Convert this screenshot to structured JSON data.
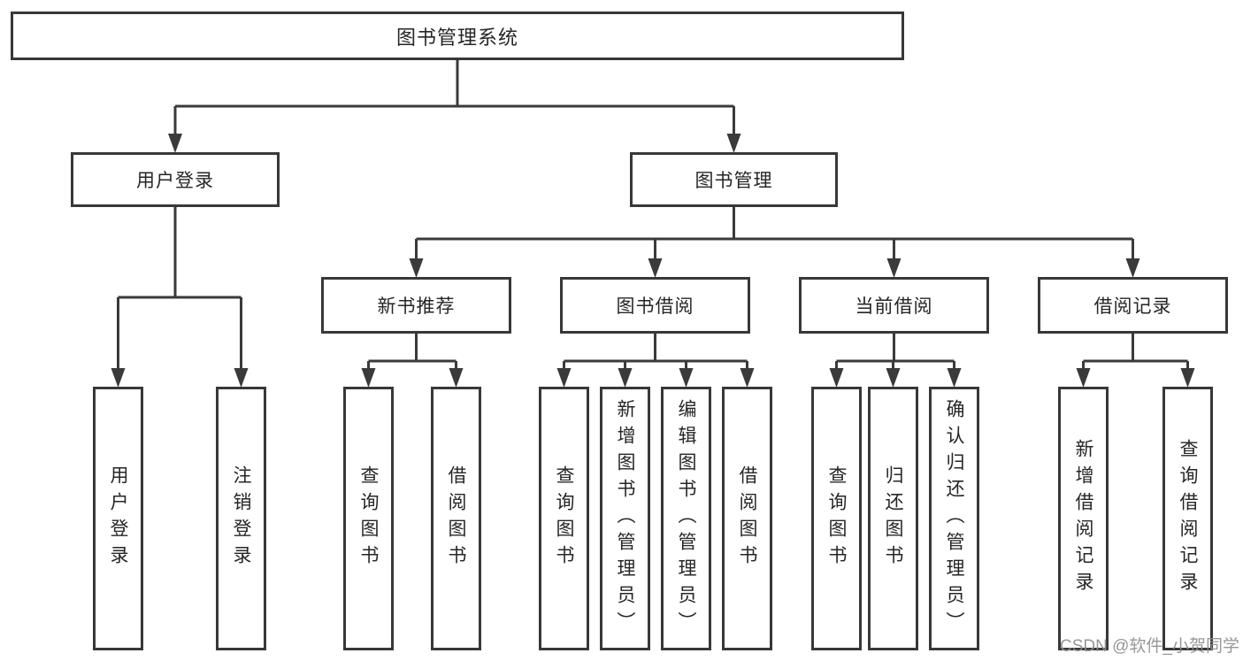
{
  "diagram": {
    "root": "图书管理系统",
    "branches": [
      {
        "label": "用户登录",
        "children": [
          "用户登录",
          "注销登录"
        ]
      },
      {
        "label": "图书管理",
        "children": [
          {
            "label": "新书推荐",
            "children": [
              "查询图书",
              "借阅图书"
            ]
          },
          {
            "label": "图书借阅",
            "children": [
              "查询图书",
              "新增图书（管理员）",
              "编辑图书（管理员）",
              "借阅图书"
            ]
          },
          {
            "label": "当前借阅",
            "children": [
              "查询图书",
              "归还图书",
              "确认归还（管理员）"
            ]
          },
          {
            "label": "借阅记录",
            "children": [
              "新增借阅记录",
              "查询借阅记录"
            ]
          }
        ]
      }
    ]
  },
  "watermark": "CSDN @软件_小贺同学",
  "colors": {
    "line": "#3a3a3a",
    "border": "#383838",
    "text": "#262626",
    "watermark": "#8f8f8f",
    "background": "#ffffff"
  }
}
